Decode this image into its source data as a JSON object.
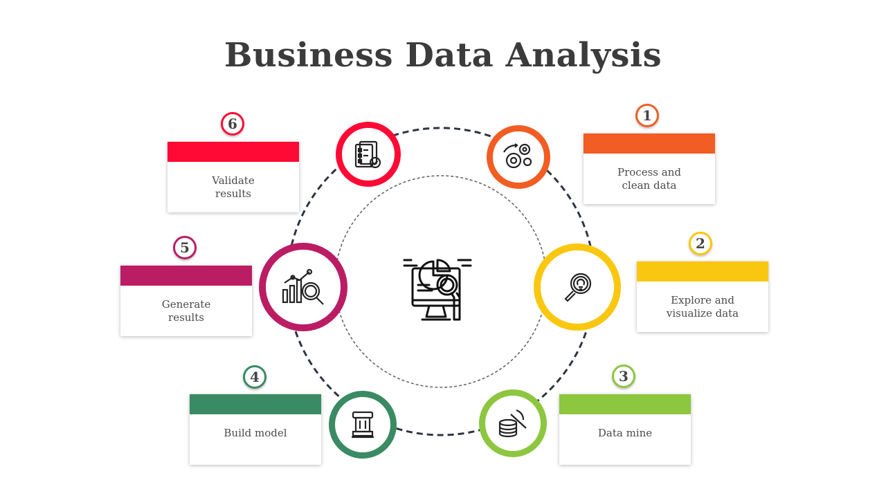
{
  "title": "Business Data Analysis",
  "colors": {
    "orange": "#f15d22",
    "yellow": "#fac710",
    "lime": "#8dc63f",
    "green": "#3a8a63",
    "magenta": "#bb1d64",
    "red": "#ff0a35",
    "ring": "#2e3440"
  },
  "steps": [
    {
      "number": "1",
      "label": "Process and\nclean data",
      "icon": "gears-icon"
    },
    {
      "number": "2",
      "label": "Explore and\nvisualize data",
      "icon": "magnifier-bulb-icon"
    },
    {
      "number": "3",
      "label": "Data mine",
      "icon": "pickaxe-coins-icon"
    },
    {
      "number": "4",
      "label": "Build model",
      "icon": "column-model-icon"
    },
    {
      "number": "5",
      "label": "Generate\nresults",
      "icon": "chart-search-icon"
    },
    {
      "number": "6",
      "label": "Validate\nresults",
      "icon": "checklist-icon"
    }
  ],
  "center_icon": "monitor-analysis-icon"
}
